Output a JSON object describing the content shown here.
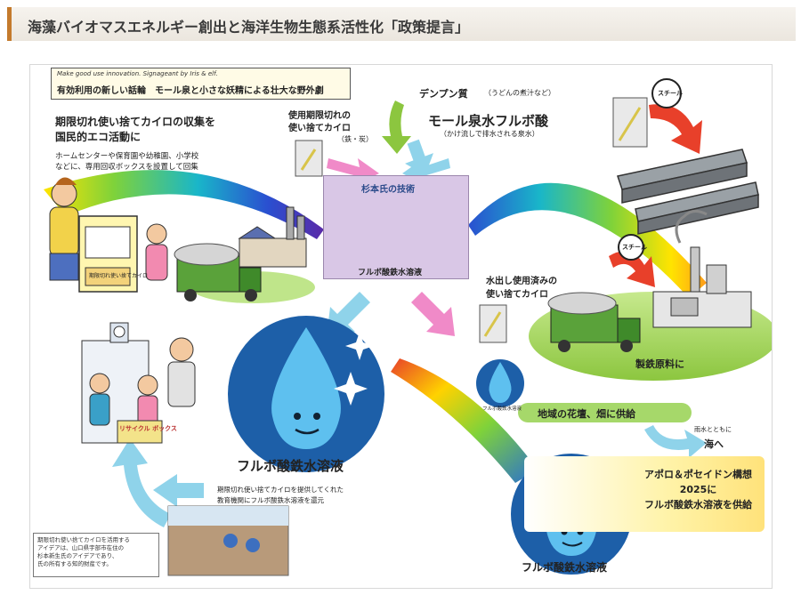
{
  "header": {
    "title": "海藻バイオマスエネルギー創出と海洋生物生態系活性化「政策提言」"
  },
  "tagline": {
    "en": "Make good use innovation. Signageant by Iris & elf.",
    "jp": "有効利用の新しい話輪　モール泉と小さな妖精による壮大な野外劇"
  },
  "left": {
    "heading_line1": "期限切れ使い捨てカイロの収集を",
    "heading_line2": "国民的エコ活動に",
    "sub_line1": "ホームセンターや保育園や幼稚園、小学校",
    "sub_line2": "などに、専用回収ボックスを設置して回集",
    "box_sign": "期限切れ使い捨てカイロ",
    "recycle_box": "リサイクル ボックス"
  },
  "top": {
    "used_kairo_line1": "使用期限切れの",
    "used_kairo_line2": "使い捨てカイロ",
    "used_kairo_note": "（鉄・炭）",
    "starch": "デンプン質",
    "starch_note": "（うどんの煮汁など）",
    "mall": "モール泉水フルボ酸",
    "mall_note": "（かけ流しで排水される泉水）"
  },
  "center": {
    "caption": "杉本氏の技術",
    "liquid": "フルボ酸鉄水溶液"
  },
  "right": {
    "steel_label": "スチール",
    "kairo2_line1": "水出し使用済みの",
    "kairo2_line2": "使い捨てカイロ",
    "steel_material": "製鉄原料に",
    "small_drop": "フルボ酸鉄水溶液",
    "supply_gardens": "地域の花壇、畑に供給",
    "to_sea_note": "雨水とともに",
    "to_sea": "海へ"
  },
  "bottom": {
    "big_drop": "フルボ酸鉄水溶液",
    "return_line1": "期限切れ使い捨てカイロを提供してくれた",
    "return_line2": "教育機関にフルボ酸鉄水溶液を還元",
    "note": "期限切れ使い捨てカイロを活用する\nアイデアは、山口県宇部市在住の\n杉本新生氏のアイデアであり、\n氏の所有する知的財産です。",
    "apollo_line1": "アポロ＆ポセイドン構想",
    "apollo_line2": "2025に",
    "apollo_line3": "フルボ酸鉄水溶液を供給",
    "drop3": "フルボ酸鉄水溶液"
  },
  "colors": {
    "drop_blue": "#3a8fd6",
    "drop_dark": "#1d5fa8",
    "grass": "#a6d86a",
    "arrow_cyan": "#8fd3ea",
    "arrow_pink": "#f08ac8",
    "arrow_green": "#8cc63f",
    "arrow_red": "#e8402a",
    "accent_orange": "#c47a2c"
  }
}
